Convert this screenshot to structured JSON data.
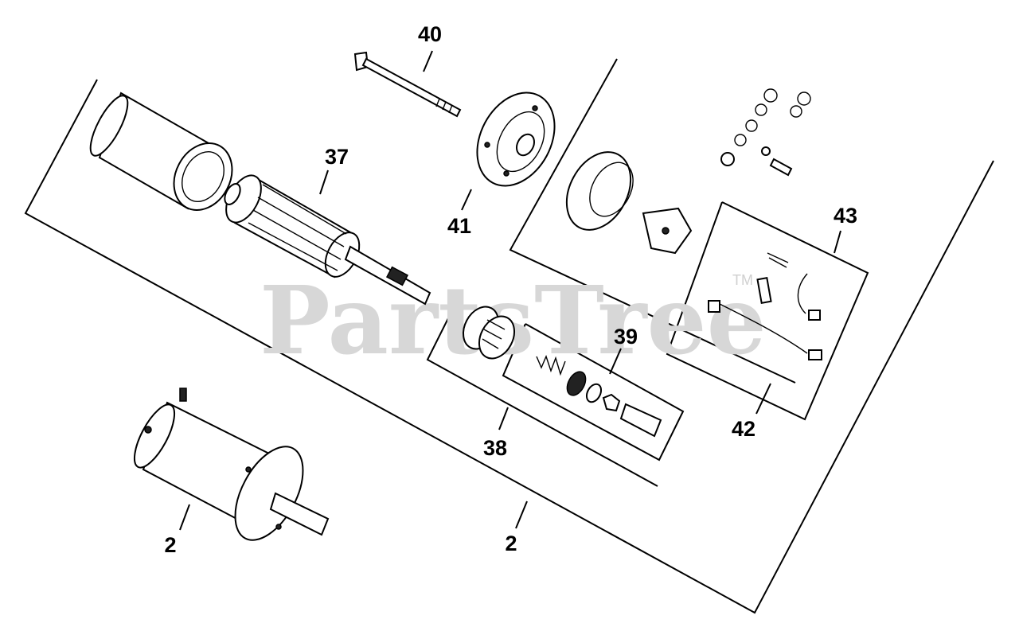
{
  "watermark": {
    "text": "PartsTree",
    "trademark": "TM"
  },
  "callouts": [
    {
      "id": "c2a",
      "label": "2"
    },
    {
      "id": "c2b",
      "label": "2"
    },
    {
      "id": "c37",
      "label": "37"
    },
    {
      "id": "c38",
      "label": "38"
    },
    {
      "id": "c39",
      "label": "39"
    },
    {
      "id": "c40",
      "label": "40"
    },
    {
      "id": "c41",
      "label": "41"
    },
    {
      "id": "c42",
      "label": "42"
    },
    {
      "id": "c43",
      "label": "43"
    }
  ],
  "colors": {
    "line": "#000000",
    "watermark": "#d7d7d7",
    "background": "#ffffff"
  }
}
